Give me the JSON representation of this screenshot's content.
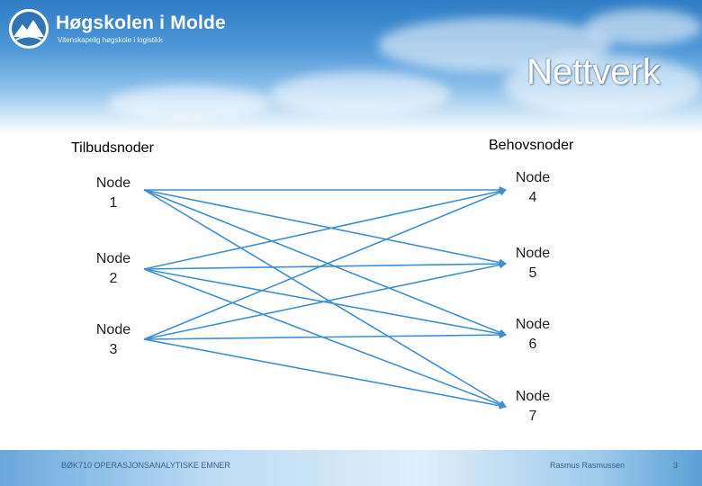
{
  "header": {
    "logo_title": "Høgskolen i Molde",
    "logo_subtitle": "Vitenskapelig høgskole i logistikk",
    "title": "Nettverk"
  },
  "diagram": {
    "supply_heading": "Tilbudsnoder",
    "demand_heading": "Behovsnoder",
    "supply_nodes": [
      {
        "line1": "Node",
        "line2": "1"
      },
      {
        "line1": "Node",
        "line2": "2"
      },
      {
        "line1": "Node",
        "line2": "3"
      }
    ],
    "demand_nodes": [
      {
        "line1": "Node",
        "line2": "4"
      },
      {
        "line1": "Node",
        "line2": "5"
      },
      {
        "line1": "Node",
        "line2": "6"
      },
      {
        "line1": "Node",
        "line2": "7"
      }
    ],
    "edges": [
      {
        "from": 1,
        "to": 4
      },
      {
        "from": 1,
        "to": 5
      },
      {
        "from": 1,
        "to": 6
      },
      {
        "from": 1,
        "to": 7
      },
      {
        "from": 2,
        "to": 4
      },
      {
        "from": 2,
        "to": 5
      },
      {
        "from": 2,
        "to": 6
      },
      {
        "from": 2,
        "to": 7
      },
      {
        "from": 3,
        "to": 4
      },
      {
        "from": 3,
        "to": 5
      },
      {
        "from": 3,
        "to": 6
      },
      {
        "from": 3,
        "to": 7
      }
    ],
    "edge_color": "#3d8fd1"
  },
  "footer": {
    "course": "BØK710 OPERASJONSANALYTISKE EMNER",
    "author": "Rasmus Rasmussen",
    "page": "3"
  }
}
